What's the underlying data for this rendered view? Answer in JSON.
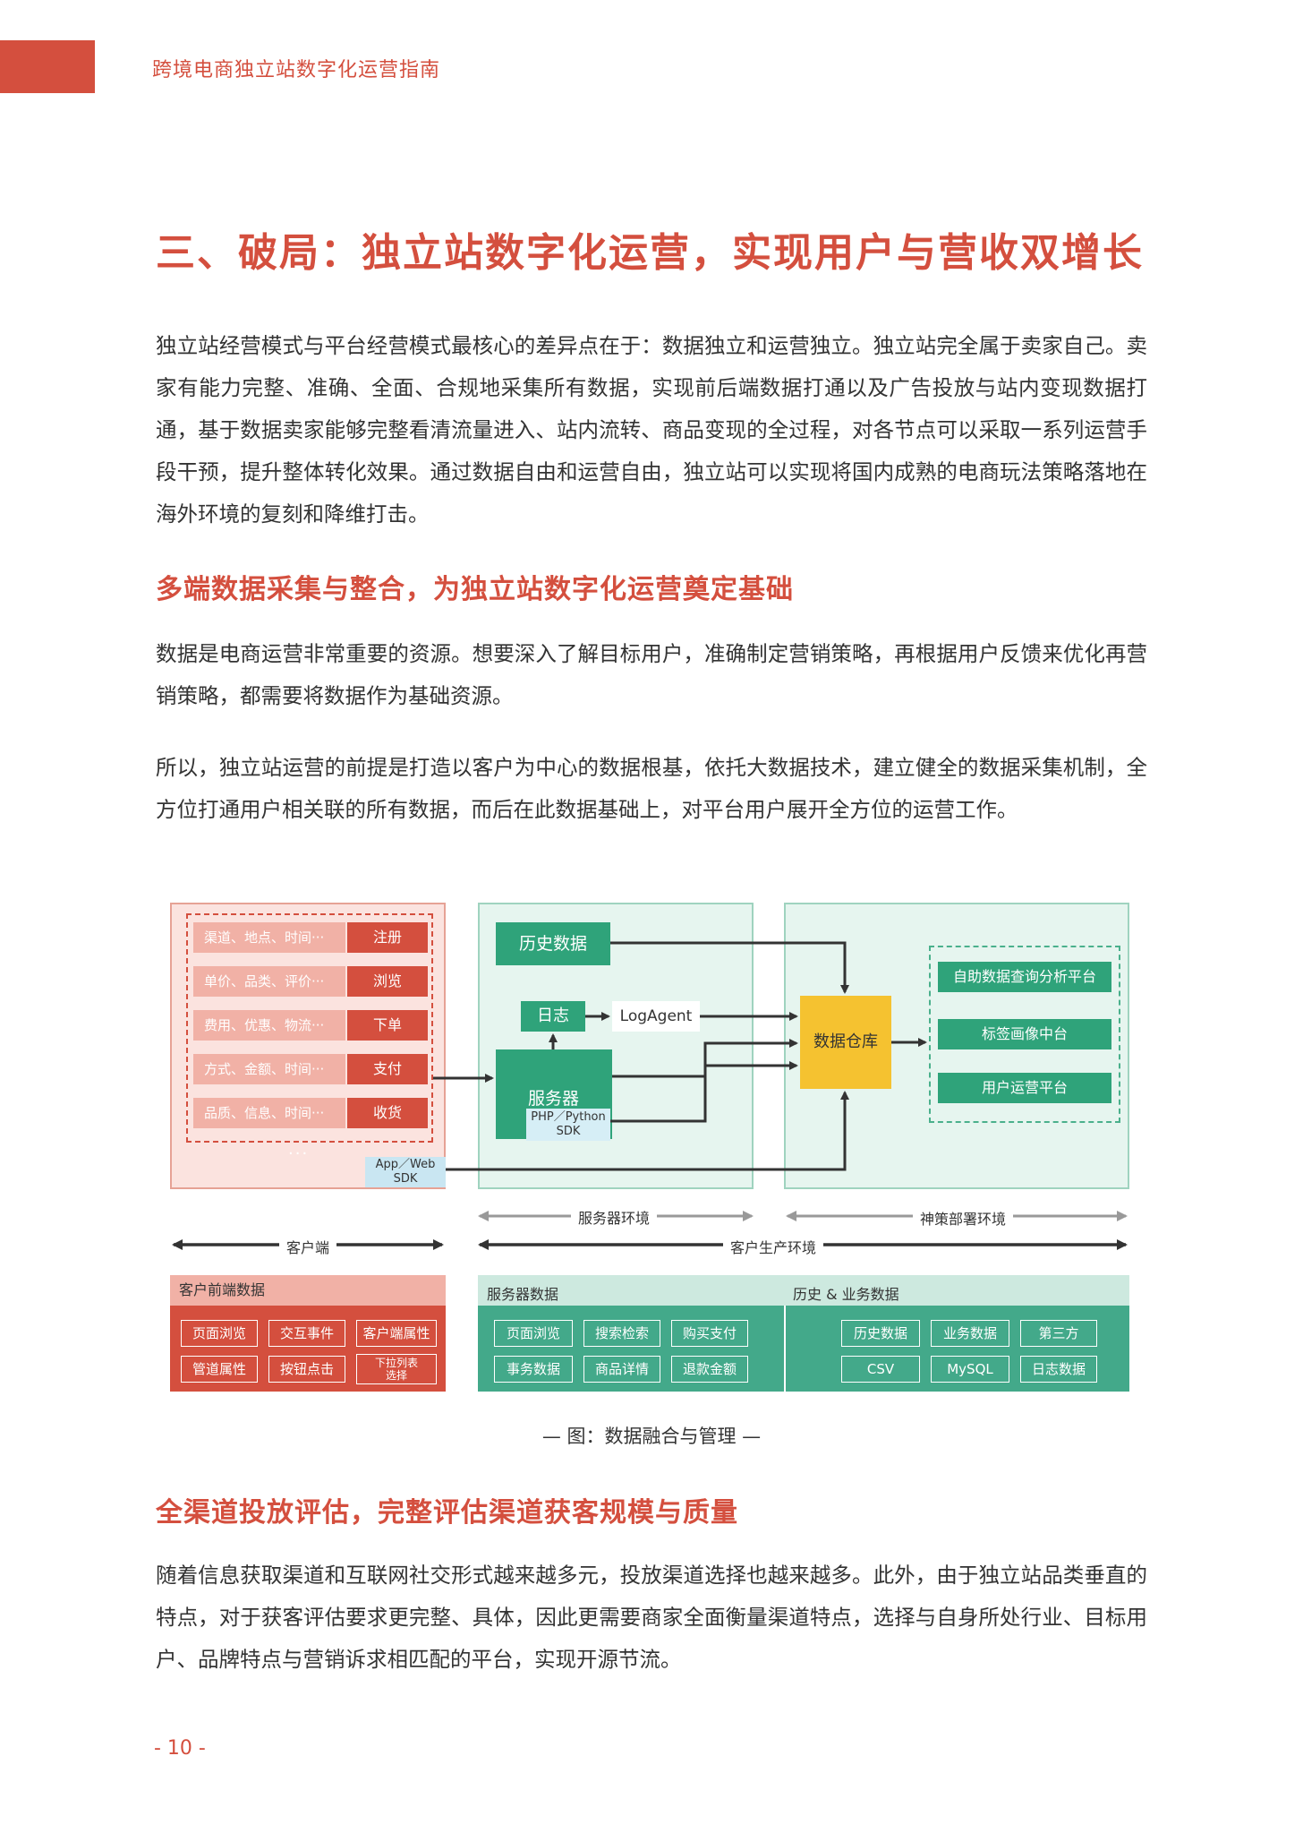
{
  "header": {
    "title": "跨境电商独立站数字化运营指南"
  },
  "section_title": "三、破局：独立站数字化运营，实现用户与营收双增长",
  "intro_paragraph": "独立站经营模式与平台经营模式最核心的差异点在于：数据独立和运营独立。独立站完全属于卖家自己。卖家有能力完整、准确、全面、合规地采集所有数据，实现前后端数据打通以及广告投放与站内变现数据打通，基于数据卖家能够完整看清流量进入、站内流转、商品变现的全过程，对各节点可以采取一系列运营手段干预，提升整体转化效果。通过数据自由和运营自由，独立站可以实现将国内成熟的电商玩法策略落地在海外环境的复刻和降维打击。",
  "subsection1": {
    "title": "多端数据采集与整合，为独立站数字化运营奠定基础",
    "paragraph1": "数据是电商运营非常重要的资源。想要深入了解目标用户，准确制定营销策略，再根据用户反馈来优化再营销策略，都需要将数据作为基础资源。",
    "paragraph2": "所以，独立站运营的前提是打造以客户为中心的数据根基，依托大数据技术，建立健全的数据采集机制，全方位打通用户相关联的所有数据，而后在此数据基础上，对平台用户展开全方位的运营工作。"
  },
  "diagram": {
    "client_rows": [
      {
        "left": "渠道、地点、时间···",
        "right": "注册"
      },
      {
        "left": "单价、品类、评价···",
        "right": "浏览"
      },
      {
        "left": "费用、优惠、物流···",
        "right": "下单"
      },
      {
        "left": "方式、金额、时间···",
        "right": "支付"
      },
      {
        "left": "品质、信息、时间···",
        "right": "收货"
      }
    ],
    "dots": "···",
    "app_sdk": "App／Web\nSDK",
    "historical_data": "历史数据",
    "log": "日志",
    "logagent": "LogAgent",
    "server": "服务器",
    "server_sdk": "PHP／Python\nSDK",
    "warehouse": "数据仓库",
    "platforms": [
      "自助数据查询分析平台",
      "标签画像中台",
      "用户运营平台"
    ],
    "env": {
      "server_env": "服务器环境",
      "deploy_env": "神策部署环境",
      "client_side": "客户端",
      "production_env": "客户生产环境"
    },
    "client_data": {
      "title": "客户前端数据",
      "tags": [
        "页面浏览",
        "交互事件",
        "客户端属性",
        "管道属性",
        "按钮点击",
        "下拉列表\n选择"
      ]
    },
    "server_data": {
      "title": "服务器数据",
      "tags": [
        "页面浏览",
        "搜索检索",
        "购买支付",
        "事务数据",
        "商品详情",
        "退款金额"
      ]
    },
    "history_data": {
      "title": "历史 & 业务数据",
      "tags": [
        "历史数据",
        "业务数据",
        "第三方",
        "CSV",
        "MySQL",
        "日志数据"
      ]
    },
    "colors": {
      "brand_red": "#d44f3e",
      "green": "#2fa37a",
      "yellow": "#f5c230"
    }
  },
  "figure_caption": "— 图：数据融合与管理 —",
  "subsection2": {
    "title": "全渠道投放评估，完整评估渠道获客规模与质量",
    "paragraph": "随着信息获取渠道和互联网社交形式越来越多元，投放渠道选择也越来越多。此外，由于独立站品类垂直的特点，对于获客评估要求更完整、具体，因此更需要商家全面衡量渠道特点，选择与自身所处行业、目标用户、品牌特点与营销诉求相匹配的平台，实现开源节流。"
  },
  "page_number": "- 10 -"
}
